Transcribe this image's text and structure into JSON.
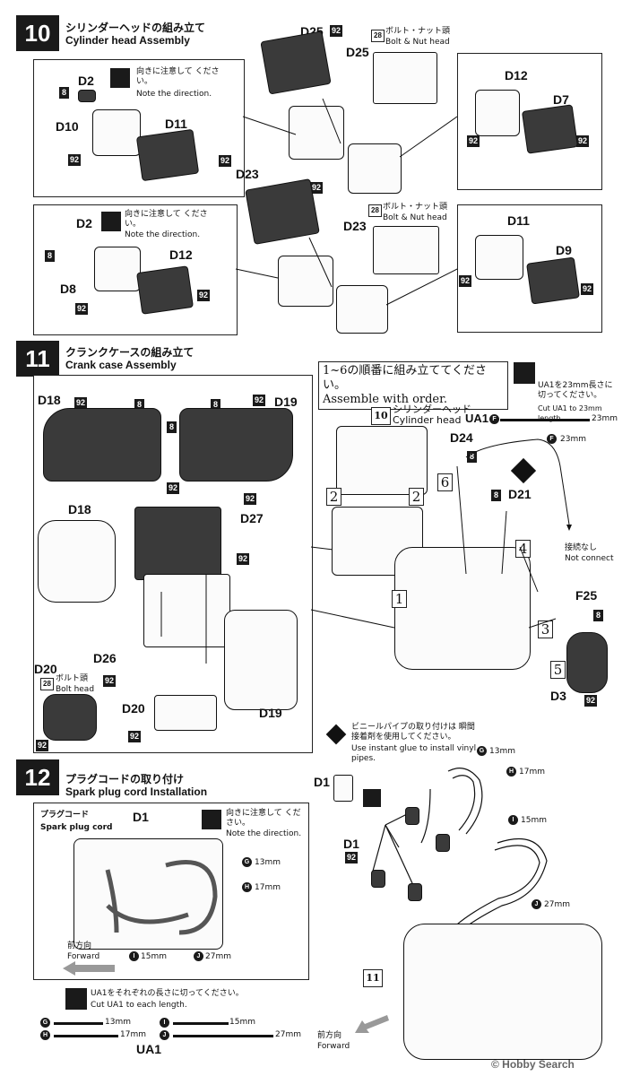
{
  "step10": {
    "number": "10",
    "title_ja": "シリンダーヘッドの組み立て",
    "title_en": "Cylinder head Assembly",
    "note_ja": "向きに注意して ください。",
    "note_en": "Note the direction.",
    "bolt_ja": "ボルト・ナット頭",
    "bolt_en": "Bolt & Nut head",
    "labels": {
      "D25": "D25",
      "D25b": "D25",
      "D2": "D2",
      "D10": "D10",
      "D11": "D11",
      "D12": "D12",
      "D7": "D7",
      "D23": "D23",
      "D23b": "D23",
      "D2b": "D2",
      "D8": "D8",
      "D12b": "D12",
      "D11b": "D11",
      "D9": "D9"
    },
    "codes": {
      "c92": "92",
      "c8": "8",
      "c28": "28"
    }
  },
  "step11": {
    "number": "11",
    "title_ja": "クランクケースの組み立て",
    "title_en": "Crank case Assembly",
    "order_ja": "1~6の順番に組み立ててください。",
    "order_en": "Assemble with order.",
    "ua1_ja": "UA1を23mm長さに 切ってください。",
    "ua1_en": "Cut UA1 to 23mm length.",
    "ua1_label": "UA1",
    "ua1_len": "23mm",
    "cyl_ja": "シリンダーヘッド",
    "cyl_en": "Cylinder head",
    "ref10": "10",
    "f_len": "23mm",
    "not_connect_ja": "接続なし",
    "not_connect_en": "Not connect",
    "bolt_ja": "ボルト頭",
    "bolt_en": "Bolt head",
    "labels": {
      "D18": "D18",
      "D19": "D19",
      "D18b": "D18",
      "D27": "D27",
      "D26": "D26",
      "D20": "D20",
      "D20b": "D20",
      "D19b": "D19",
      "D24": "D24",
      "D21": "D21",
      "F25": "F25",
      "D3": "D3"
    },
    "order": [
      "1",
      "2",
      "2",
      "3",
      "4",
      "5",
      "6"
    ]
  },
  "step12": {
    "number": "12",
    "title_ja": "プラグコードの取り付け",
    "title_en": "Spark plug cord Installation",
    "cord_ja": "プラグコード",
    "cord_en": "Spark plug cord",
    "note_ja": "向きに注意して ください。",
    "note_en": "Note the direction.",
    "pipe_ja": "ビニールパイプの取り付けは 瞬間接着剤を使用してください。",
    "pipe_en": "Use instant glue to install vinyl pipes.",
    "forward_ja": "前方向",
    "forward_en": "Forward",
    "cut_ja": "UA1をそれぞれの長さに切ってください。",
    "cut_en": "Cut UA1 to each length.",
    "ua1": "UA1",
    "ref11": "11",
    "d1": "D1",
    "pipes": [
      {
        "letter": "G",
        "len": "13mm"
      },
      {
        "letter": "H",
        "len": "17mm"
      },
      {
        "letter": "I",
        "len": "15mm"
      },
      {
        "letter": "J",
        "len": "27mm"
      }
    ]
  },
  "watermark": "© Hobby Search"
}
